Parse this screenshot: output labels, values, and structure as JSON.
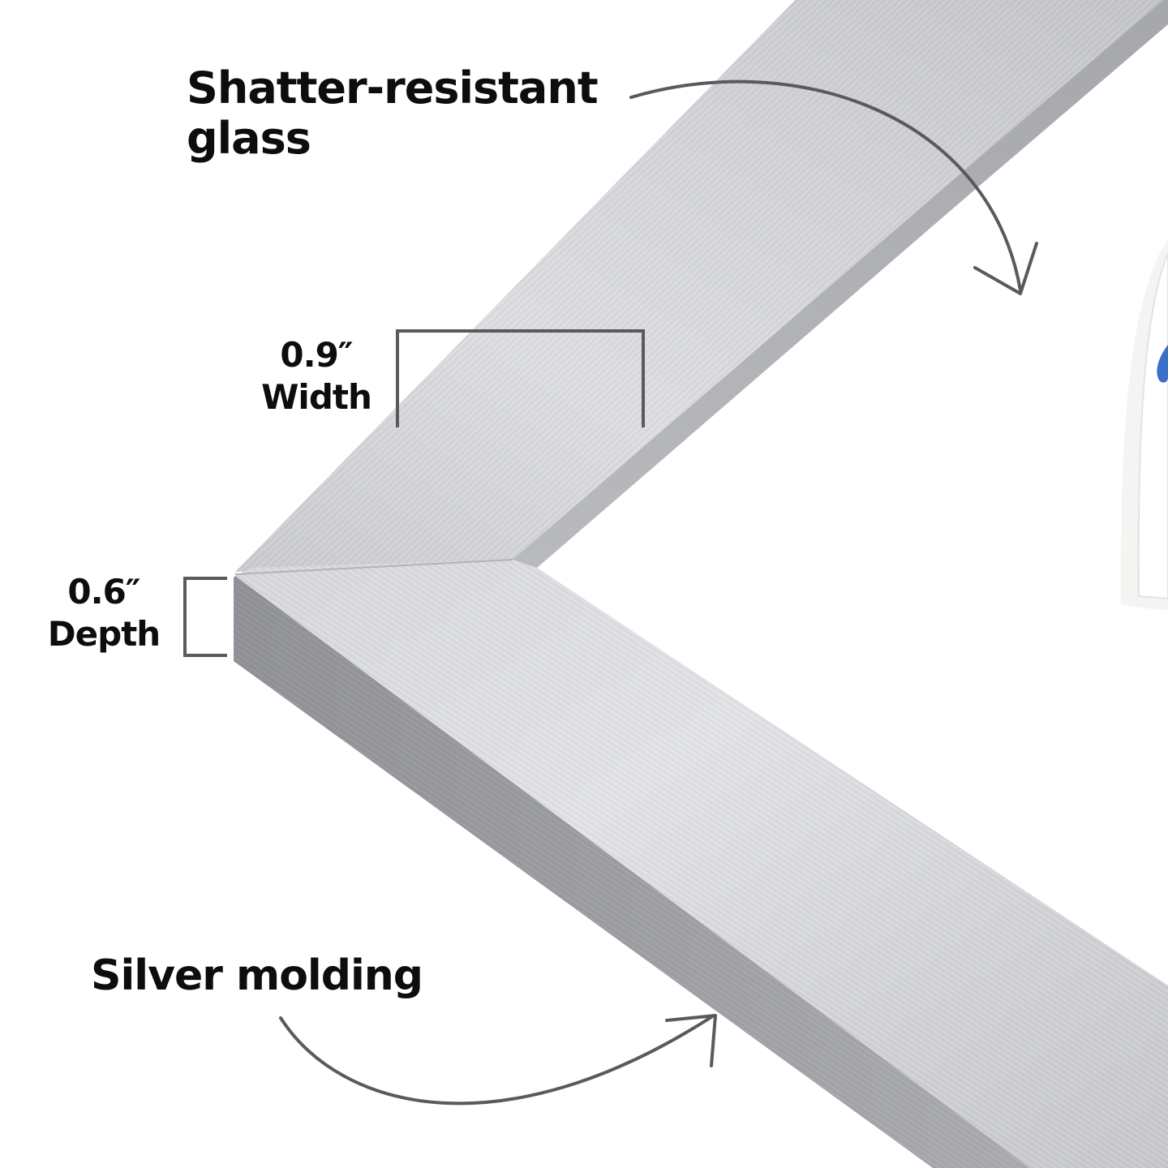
{
  "callouts": {
    "glass": {
      "line1": "Shatter-resistant",
      "line2": "glass"
    },
    "width": {
      "value": "0.9″",
      "label": "Width"
    },
    "depth": {
      "value": "0.6″",
      "label": "Depth"
    },
    "molding": {
      "text": "Silver molding"
    }
  },
  "colors": {
    "frame_face_light": "#d9dade",
    "frame_face_mid": "#c4c5ca",
    "frame_side_dark": "#9c9da2",
    "annotation_line": "#5a5a5a",
    "text": "#0d0d0d",
    "mat": "#f4f4f2"
  },
  "icons": {
    "glass_arrow": "curved-arrow-down-right-icon",
    "molding_arrow": "curved-arrow-up-right-icon"
  }
}
